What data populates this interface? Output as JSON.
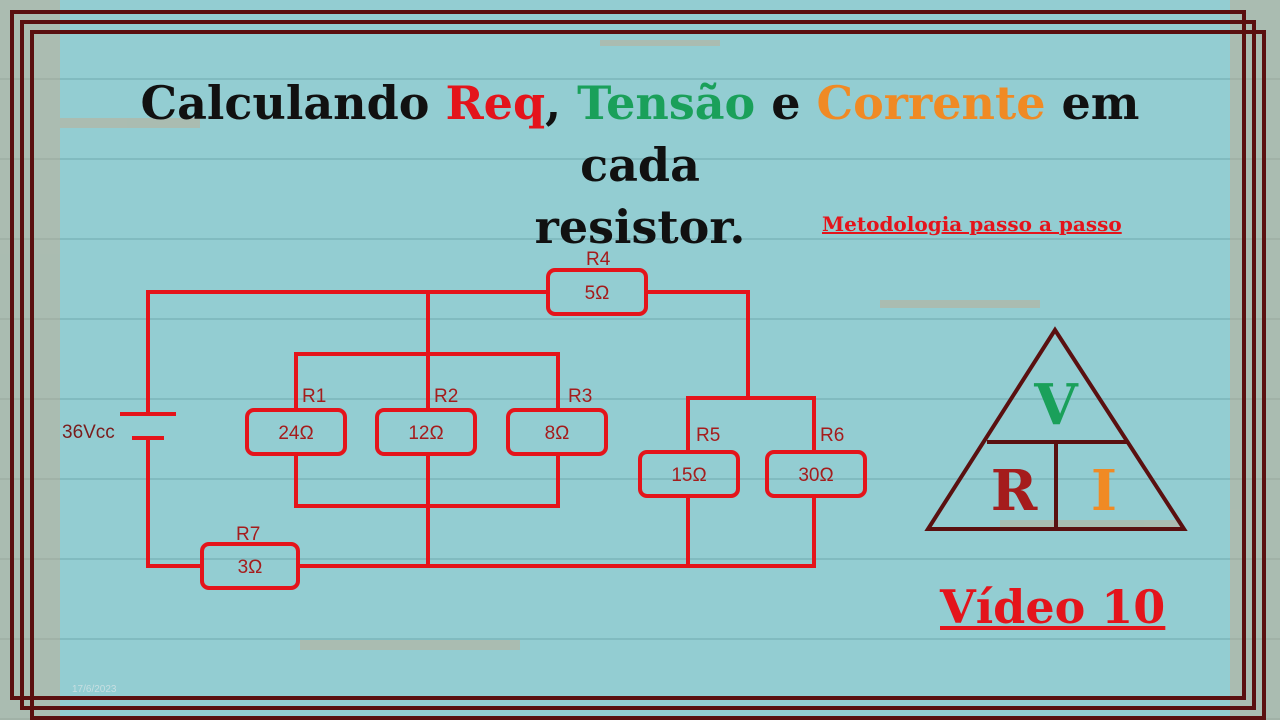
{
  "title": {
    "part1": "Calculando ",
    "req": "Req",
    "comma": ", ",
    "tensao": "Tensão",
    "e": " e ",
    "corrente": "Corrente",
    "part2": " em cada",
    "line2": "resistor.",
    "colors": {
      "text": "#111111",
      "req": "#e4141b",
      "tensao": "#1aa05a",
      "corrente": "#f08a24"
    }
  },
  "subtitle": "Metodologia passo a passo",
  "circuit": {
    "source_label": "36Vcc",
    "resistors": [
      {
        "name": "R1",
        "value": "24Ω"
      },
      {
        "name": "R2",
        "value": "12Ω"
      },
      {
        "name": "R3",
        "value": "8Ω"
      },
      {
        "name": "R4",
        "value": "5Ω"
      },
      {
        "name": "R5",
        "value": "15Ω"
      },
      {
        "name": "R6",
        "value": "30Ω"
      },
      {
        "name": "R7",
        "value": "3Ω"
      }
    ],
    "wire_color": "#e4141b",
    "resistor_color": "#e4141b"
  },
  "triangle": {
    "top": "V",
    "left": "R",
    "right": "I",
    "colors": {
      "V": "#1aa05a",
      "R": "#a51c1c",
      "I": "#f08a24",
      "outline": "#5a1010"
    }
  },
  "video_label": "Vídeo 10",
  "date": "17/6/2023"
}
